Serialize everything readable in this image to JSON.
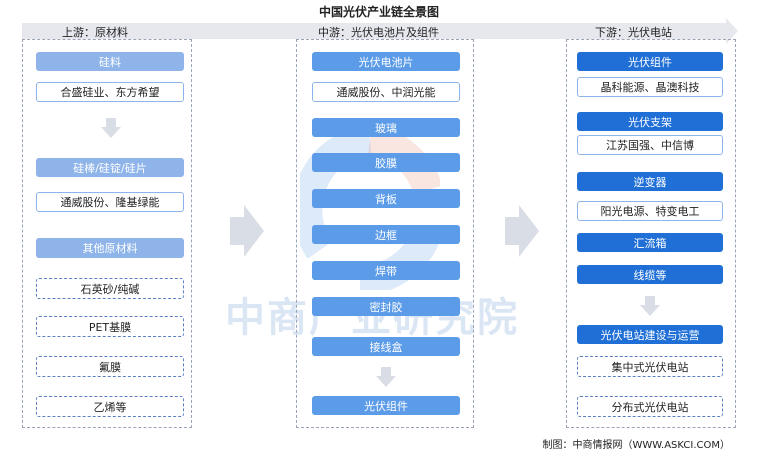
{
  "title": "中国光伏产业链全景图",
  "stages": {
    "upstream": "上游：原材料",
    "midstream": "中游：光伏电池片及组件",
    "downstream": "下游：光伏电站"
  },
  "upstream": {
    "silicon": "硅料",
    "silicon_cos": "合盛硅业、东方希望",
    "ingot": "硅棒/硅锭/硅片",
    "ingot_cos": "通威股份、隆基绿能",
    "other": "其他原材料",
    "items": [
      "石英砂/纯碱",
      "PET基膜",
      "氟膜",
      "乙烯等"
    ]
  },
  "midstream": {
    "cell": "光伏电池片",
    "cell_cos": "通威股份、中润光能",
    "parts": [
      "玻璃",
      "胶膜",
      "背板",
      "边框",
      "焊带",
      "密封胶",
      "接线盒"
    ],
    "module": "光伏组件"
  },
  "downstream": {
    "module": "光伏组件",
    "module_cos": "晶科能源、晶澳科技",
    "bracket": "光伏支架",
    "bracket_cos": "江苏国强、中信博",
    "inverter": "逆变器",
    "inverter_cos": "阳光电源、特变电工",
    "combiner": "汇流箱",
    "cable": "线缆等",
    "station": "光伏电站建设与运营",
    "station_types": [
      "集中式光伏电站",
      "分布式光伏电站"
    ]
  },
  "watermark": "中商产业研究院",
  "footer": "制图：中商情报网（WWW.ASKCI.COM）",
  "colors": {
    "light": "#8fb4e9",
    "mid": "#5b9be8",
    "dark": "#1f6fd6",
    "arrow": "#d9dde5"
  }
}
